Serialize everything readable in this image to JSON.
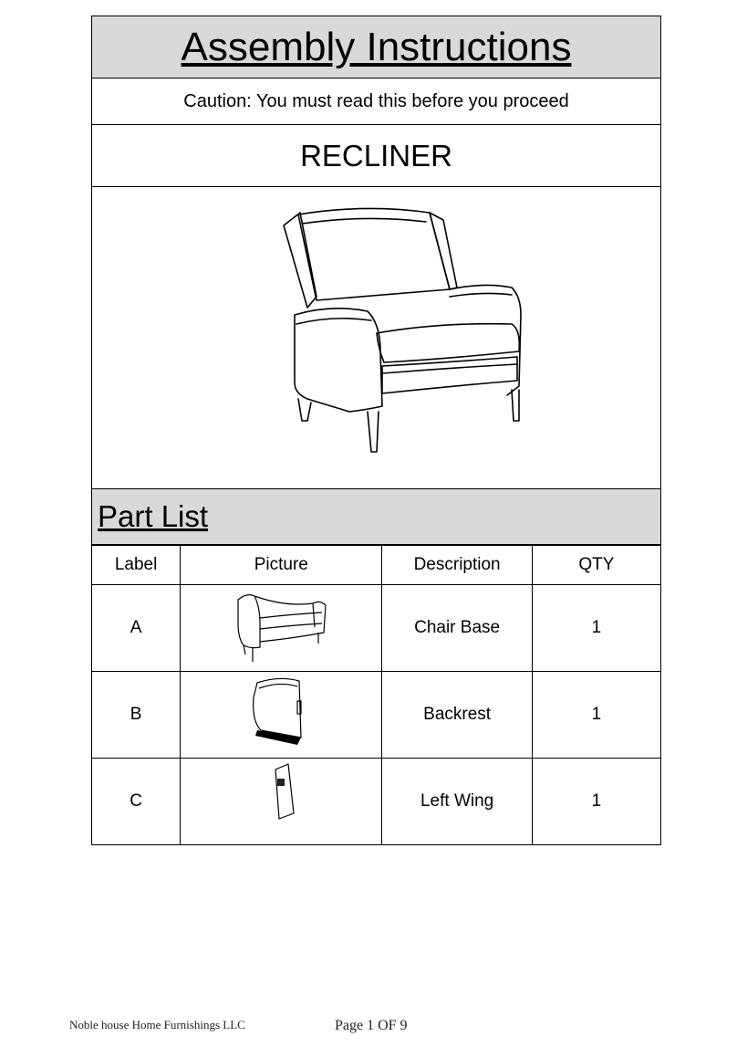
{
  "header": {
    "title": "Assembly Instructions",
    "caution": "Caution: You must read this before you proceed",
    "product": "RECLINER"
  },
  "part_list": {
    "title": "Part List",
    "columns": [
      "Label",
      "Picture",
      "Description",
      "QTY"
    ],
    "rows": [
      {
        "label": "A",
        "description": "Chair Base",
        "qty": "1",
        "picture_icon": "chair-base-icon"
      },
      {
        "label": "B",
        "description": "Backrest",
        "qty": "1",
        "picture_icon": "backrest-icon"
      },
      {
        "label": "C",
        "description": "Left Wing",
        "qty": "1",
        "picture_icon": "left-wing-icon"
      }
    ]
  },
  "footer": {
    "company": "Noble house Home Furnishings LLC",
    "page": "Page 1 OF 9"
  }
}
